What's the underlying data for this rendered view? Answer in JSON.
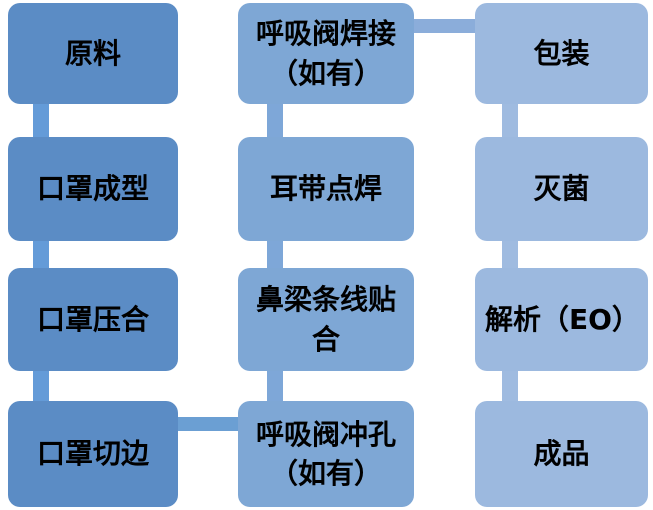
{
  "diagram": {
    "type": "flowchart",
    "subject": "mask-production-process",
    "flow_order": [
      "原料",
      "口罩成型",
      "口罩压合",
      "口罩切边",
      "呼吸阀冲孔（如有）",
      "鼻梁条线贴合",
      "耳带点焊",
      "呼吸阀焊接（如有）",
      "包装",
      "灭菌",
      "解析（EO）",
      "成品"
    ]
  },
  "columns": [
    {
      "position": "left",
      "boxes": [
        "原料",
        "口罩成型",
        "口罩压合",
        "口罩切边"
      ]
    },
    {
      "position": "middle",
      "boxes": [
        "呼吸阀焊接（如有）",
        "耳带点焊",
        "鼻梁条线贴合",
        "呼吸阀冲孔（如有）"
      ]
    },
    {
      "position": "right",
      "boxes": [
        "包装",
        "灭菌",
        "解析（EO）",
        "成品"
      ]
    }
  ],
  "colors": {
    "background": "#ffffff",
    "column1_box": "#5b8cc5",
    "column1_connector": "#649bd8",
    "column2_box": "#7ea7d5",
    "column2_connector": "#7ea7d8",
    "column3_box": "#9cb9df",
    "column3_connector": "#9fbbe0",
    "connector_top_horizontal": "#8badda",
    "connector_bottom_horizontal": "#6b9fd3",
    "text": "#000000"
  }
}
